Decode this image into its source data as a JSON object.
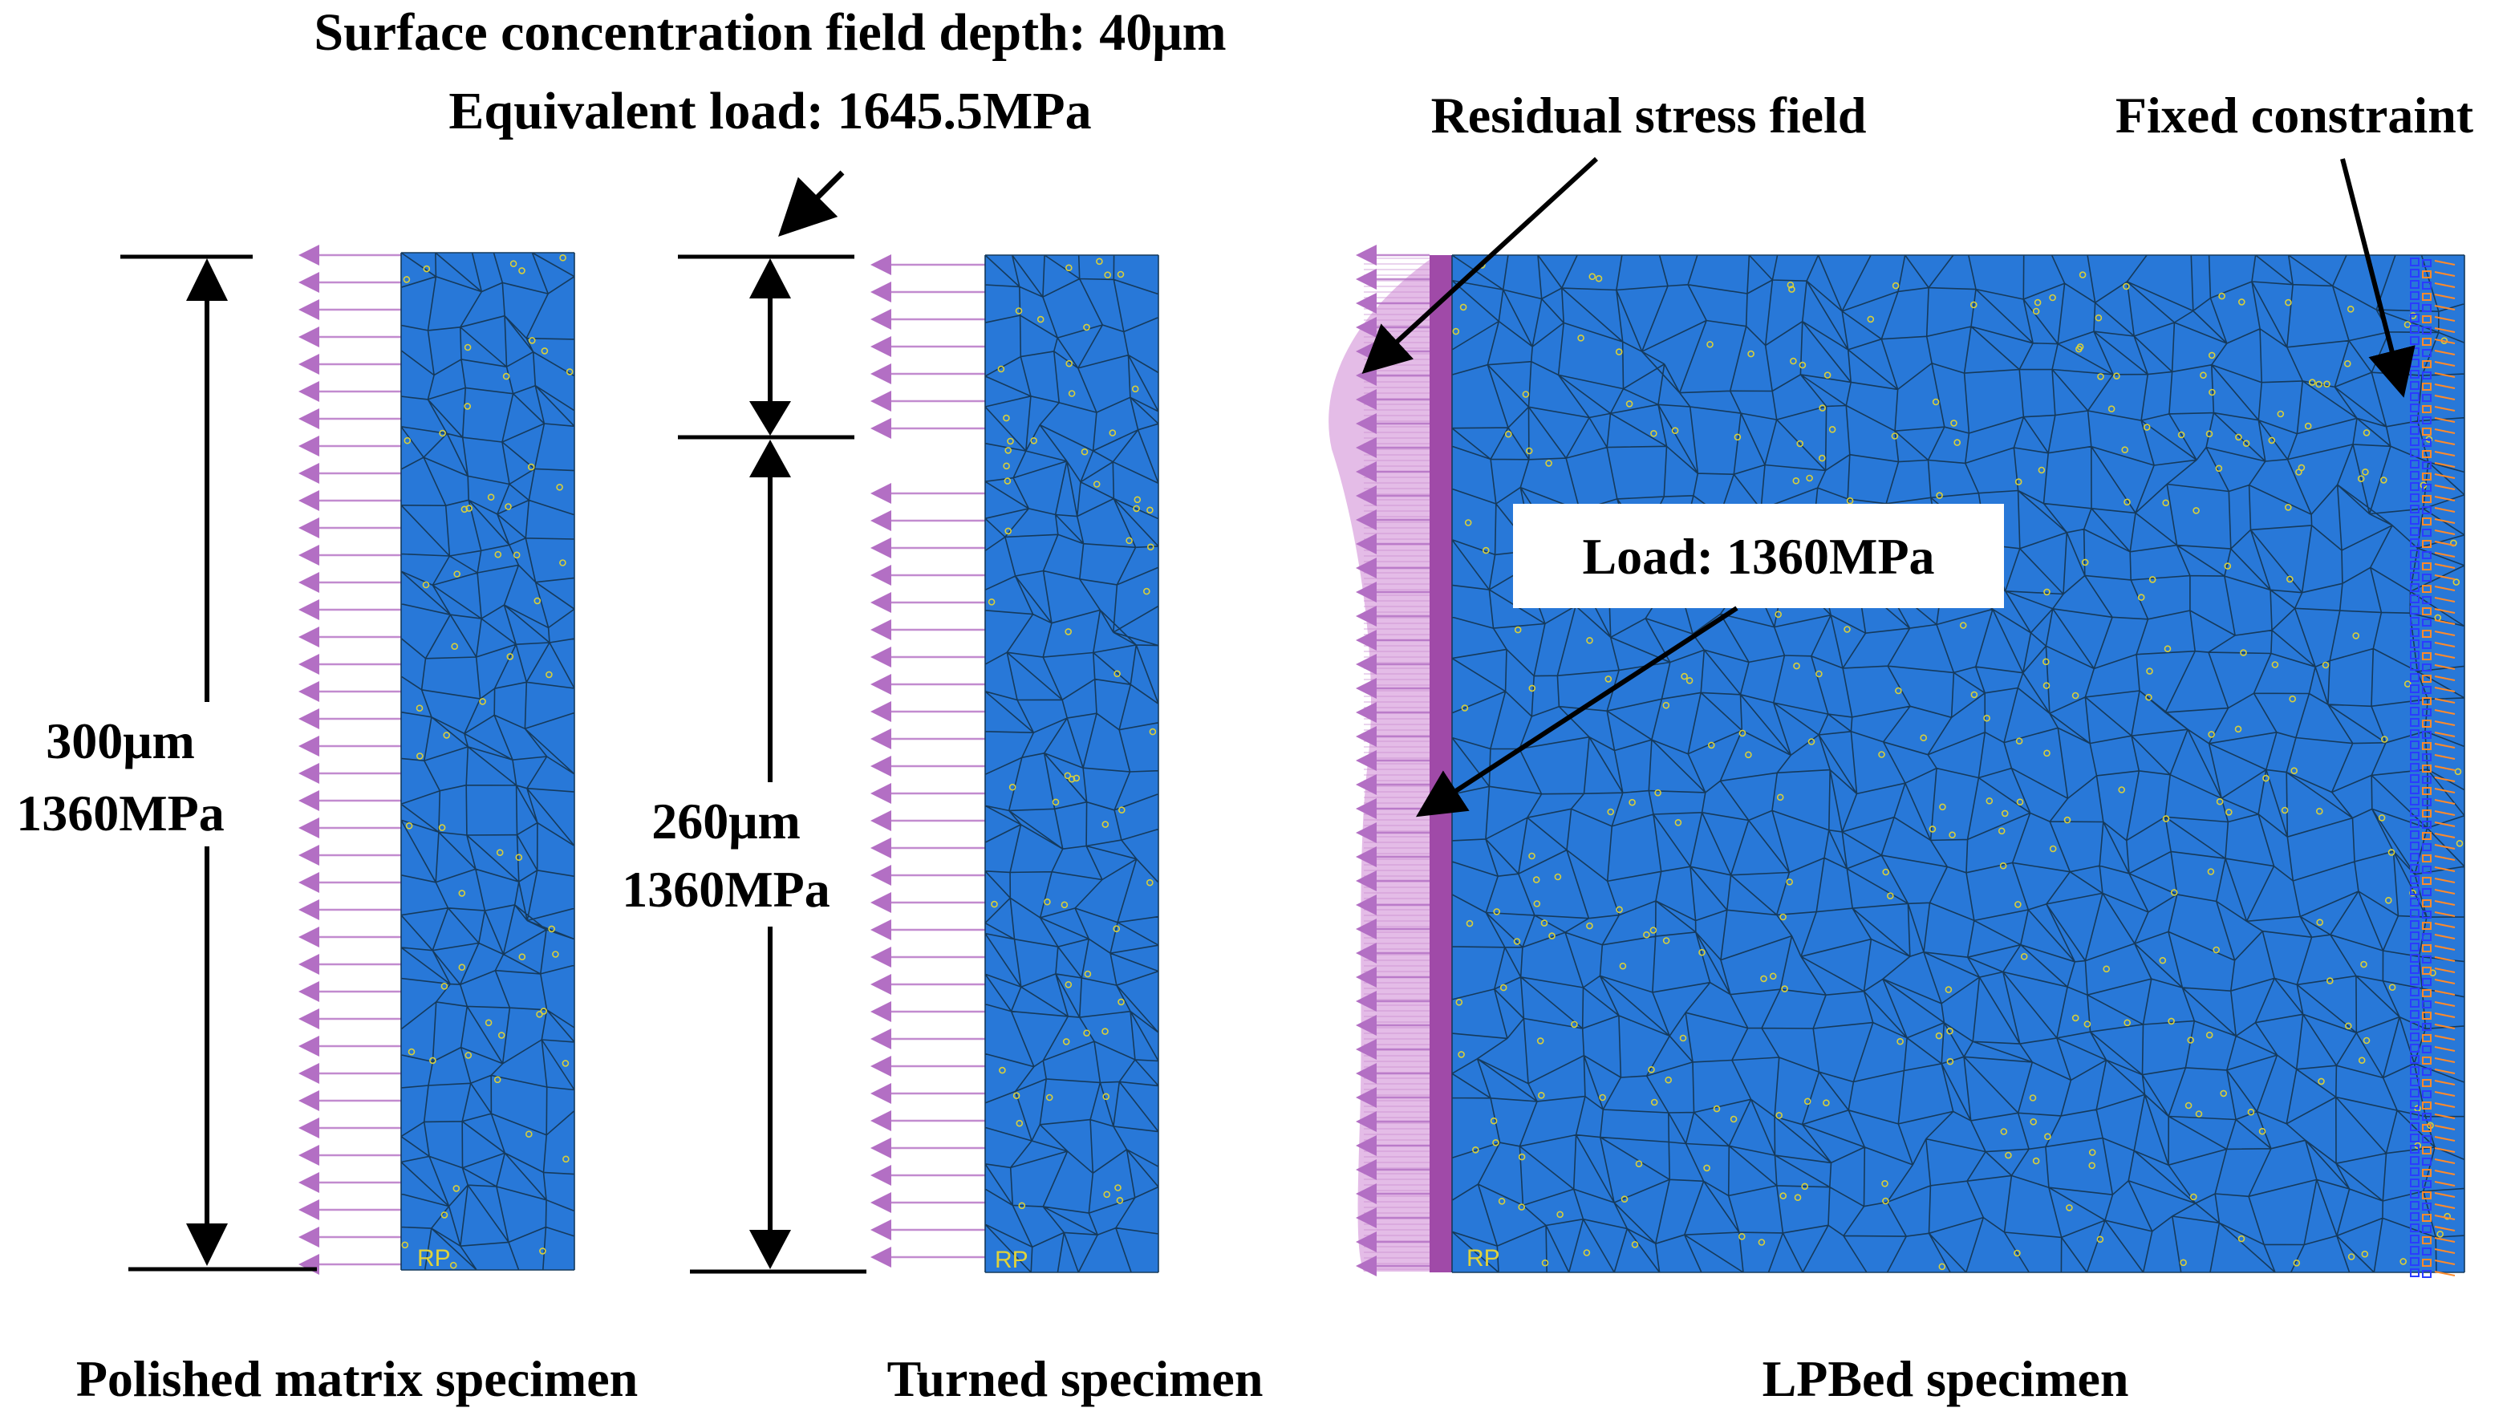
{
  "header": {
    "line1": "Surface concentration field depth: 40μm",
    "line2": "Equivalent load: 1645.5MPa"
  },
  "annotations": {
    "residual_stress": "Residual stress field",
    "fixed_constraint": "Fixed constraint",
    "load_box": "Load: 1360MPa"
  },
  "polished": {
    "dim_length": "300μm",
    "dim_load": "1360MPa",
    "caption": "Polished matrix specimen",
    "rp": "RP"
  },
  "turned": {
    "dim_length": "260μm",
    "dim_load": "1360MPa",
    "caption": "Turned specimen",
    "rp": "RP"
  },
  "lpbed": {
    "caption": "LPBed specimen",
    "rp": "RP"
  },
  "colors": {
    "mesh_fill": "#2878d8",
    "mesh_line": "#153a5c",
    "node": "#d8cf3a",
    "load_arrow": "#b36fc4",
    "residual_field": "#e3b8e6",
    "residual_bar": "#a04aa8",
    "constraint_blue": "#2a3cff",
    "constraint_orange": "#ff8a2a"
  }
}
